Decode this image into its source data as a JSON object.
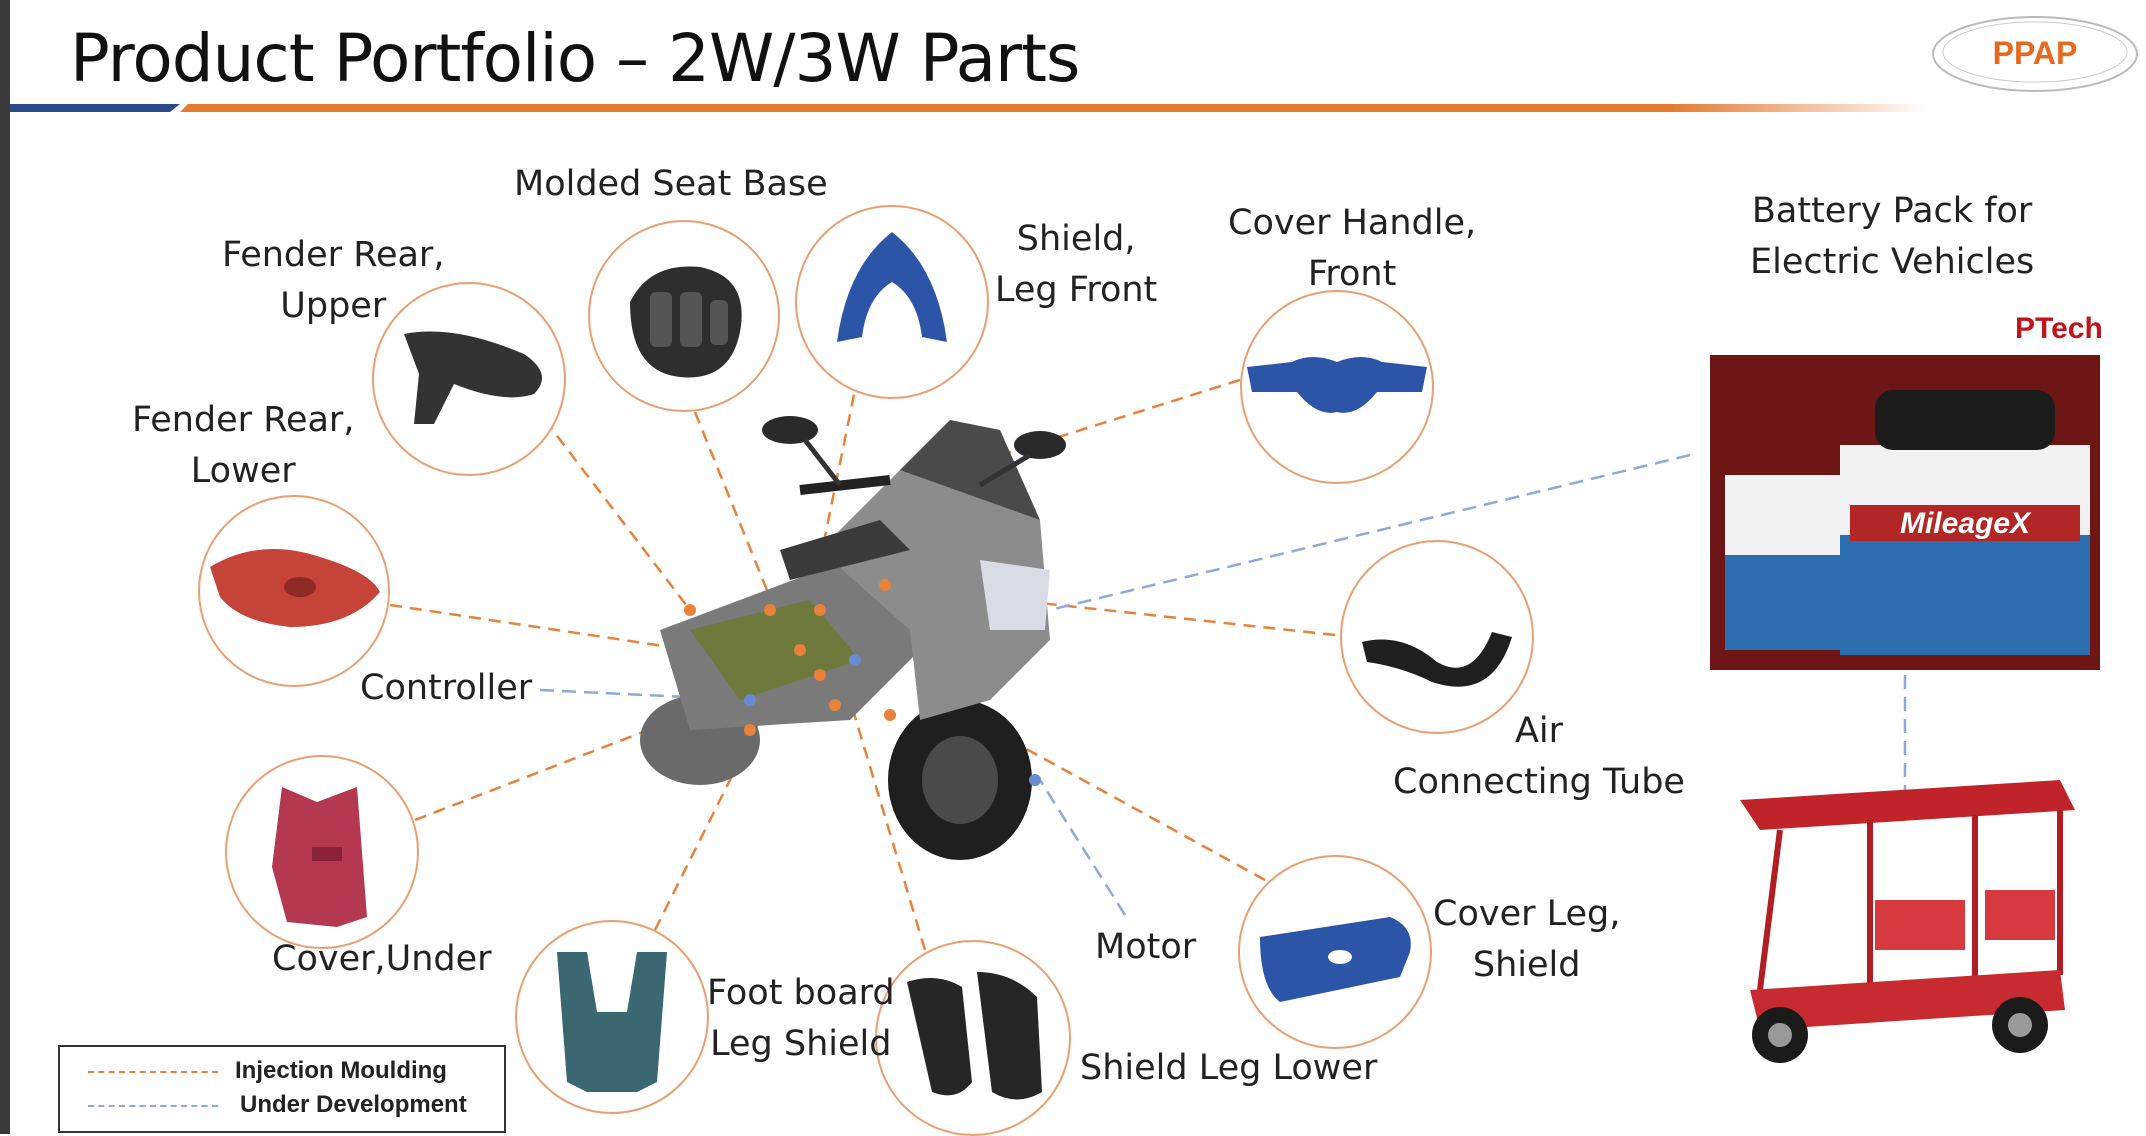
{
  "title": "Product Portfolio – 2W/3W Parts",
  "logo": {
    "text": "PPAP",
    "color": "#e8691e"
  },
  "colors": {
    "injection": "#e8823a",
    "development": "#8fa9d6",
    "rule_blue": "#2b4a8b",
    "rule_orange": "#e27a2f"
  },
  "parts": {
    "seat_base": "Molded Seat Base",
    "fender_rear_upper": [
      "Fender Rear,",
      "Upper"
    ],
    "shield_leg_front": [
      "Shield,",
      "Leg Front"
    ],
    "cover_handle_front": [
      "Cover Handle,",
      "Front"
    ],
    "battery_pack": [
      "Battery Pack for",
      "Electric Vehicles"
    ],
    "fender_rear_lower": [
      "Fender Rear,",
      "Lower"
    ],
    "controller": "Controller",
    "air_tube": [
      "Air",
      "Connecting Tube"
    ],
    "cover_under": "Cover,Under",
    "foot_board": [
      "Foot board",
      "Leg Shield"
    ],
    "motor": "Motor",
    "cover_leg_shield": [
      "Cover Leg,",
      "Shield"
    ],
    "shield_leg_lower": "Shield Leg Lower"
  },
  "battery_brand": {
    "ptech": "PTech",
    "mileage": "MileageX"
  },
  "legend": {
    "injection": "Injection Moulding",
    "development": "Under Development"
  }
}
